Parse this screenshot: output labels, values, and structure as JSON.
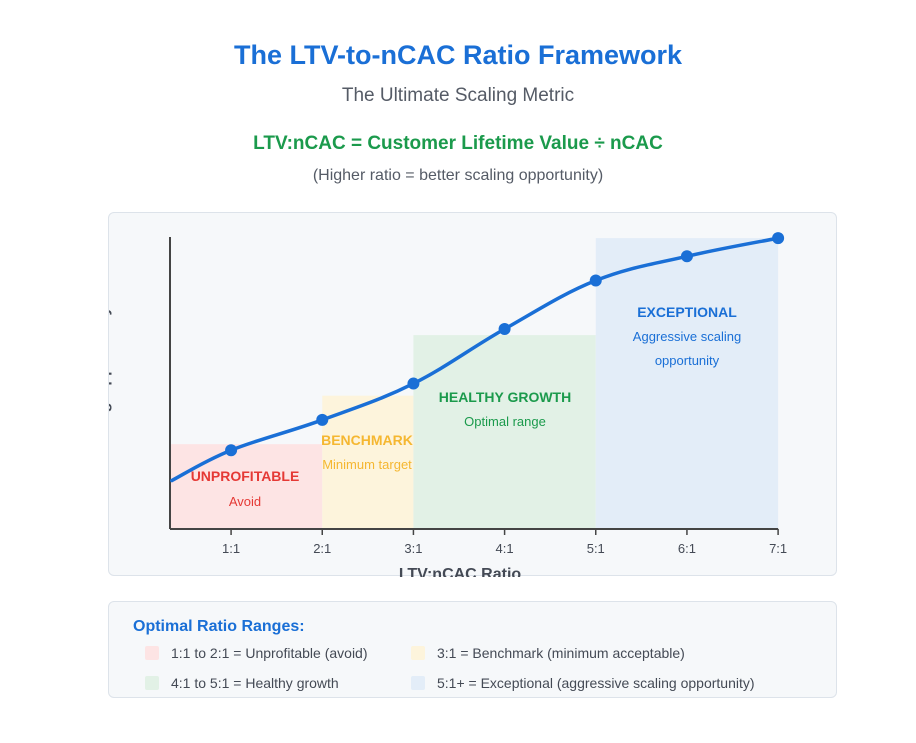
{
  "header": {
    "title": "The LTV-to-nCAC Ratio Framework",
    "subtitle": "The Ultimate Scaling Metric",
    "formula": "LTV:nCAC = Customer Lifetime Value ÷ nCAC",
    "formula_note": "(Higher ratio = better scaling opportunity)"
  },
  "colors": {
    "title": "#1a6fd6",
    "formula": "#1b9a4c",
    "line": "#1a6fd6",
    "unprofitable": "#e53935",
    "benchmark": "#f5b731",
    "healthy": "#1b9a4c",
    "exceptional": "#1a6fd6"
  },
  "chart_data": {
    "type": "line",
    "xlabel": "LTV:nCAC Ratio",
    "ylabel": "Scaling Opportunity",
    "categories": [
      "1:1",
      "2:1",
      "3:1",
      "4:1",
      "5:1",
      "6:1",
      "7:1"
    ],
    "x": [
      1,
      2,
      3,
      4,
      5,
      6,
      7
    ],
    "y": [
      2.6,
      3.6,
      4.8,
      6.6,
      8.2,
      9.0,
      9.6
    ],
    "line_start": {
      "x": 0.35,
      "y": 1.6
    },
    "xlim": [
      0.33,
      7
    ],
    "ylim": [
      0,
      9.6
    ],
    "grid": false,
    "zones": [
      {
        "key": "unprofitable",
        "label": "UNPROFITABLE",
        "sublabel": "Avoid",
        "x_start": 0.33,
        "x_end": 2,
        "height": 2.8,
        "fill": "#fde4e4",
        "color": "#e53935"
      },
      {
        "key": "benchmark",
        "label": "BENCHMARK",
        "sublabel": "Minimum target",
        "x_start": 2,
        "x_end": 3,
        "height": 4.4,
        "fill": "#fdf4dc",
        "color": "#f5b731"
      },
      {
        "key": "healthy",
        "label": "HEALTHY GROWTH",
        "sublabel": "Optimal range",
        "x_start": 3,
        "x_end": 5,
        "height": 6.4,
        "fill": "#e2f1e6",
        "color": "#1b9a4c"
      },
      {
        "key": "exceptional",
        "label": "EXCEPTIONAL",
        "sublabel": "Aggressive scaling opportunity",
        "x_start": 5,
        "x_end": 7,
        "height": 9.6,
        "fill": "#e3edf8",
        "color": "#1a6fd6"
      }
    ]
  },
  "legend": {
    "title": "Optimal Ratio Ranges:",
    "items": [
      {
        "label": "1:1 to 2:1 = Unprofitable (avoid)",
        "swatch": "#fde4e4"
      },
      {
        "label": "3:1 = Benchmark (minimum acceptable)",
        "swatch": "#fdf4dc"
      },
      {
        "label": "4:1 to 5:1 = Healthy growth",
        "swatch": "#e2f1e6"
      },
      {
        "label": "5:1+ = Exceptional (aggressive scaling opportunity)",
        "swatch": "#e3edf8"
      }
    ]
  }
}
